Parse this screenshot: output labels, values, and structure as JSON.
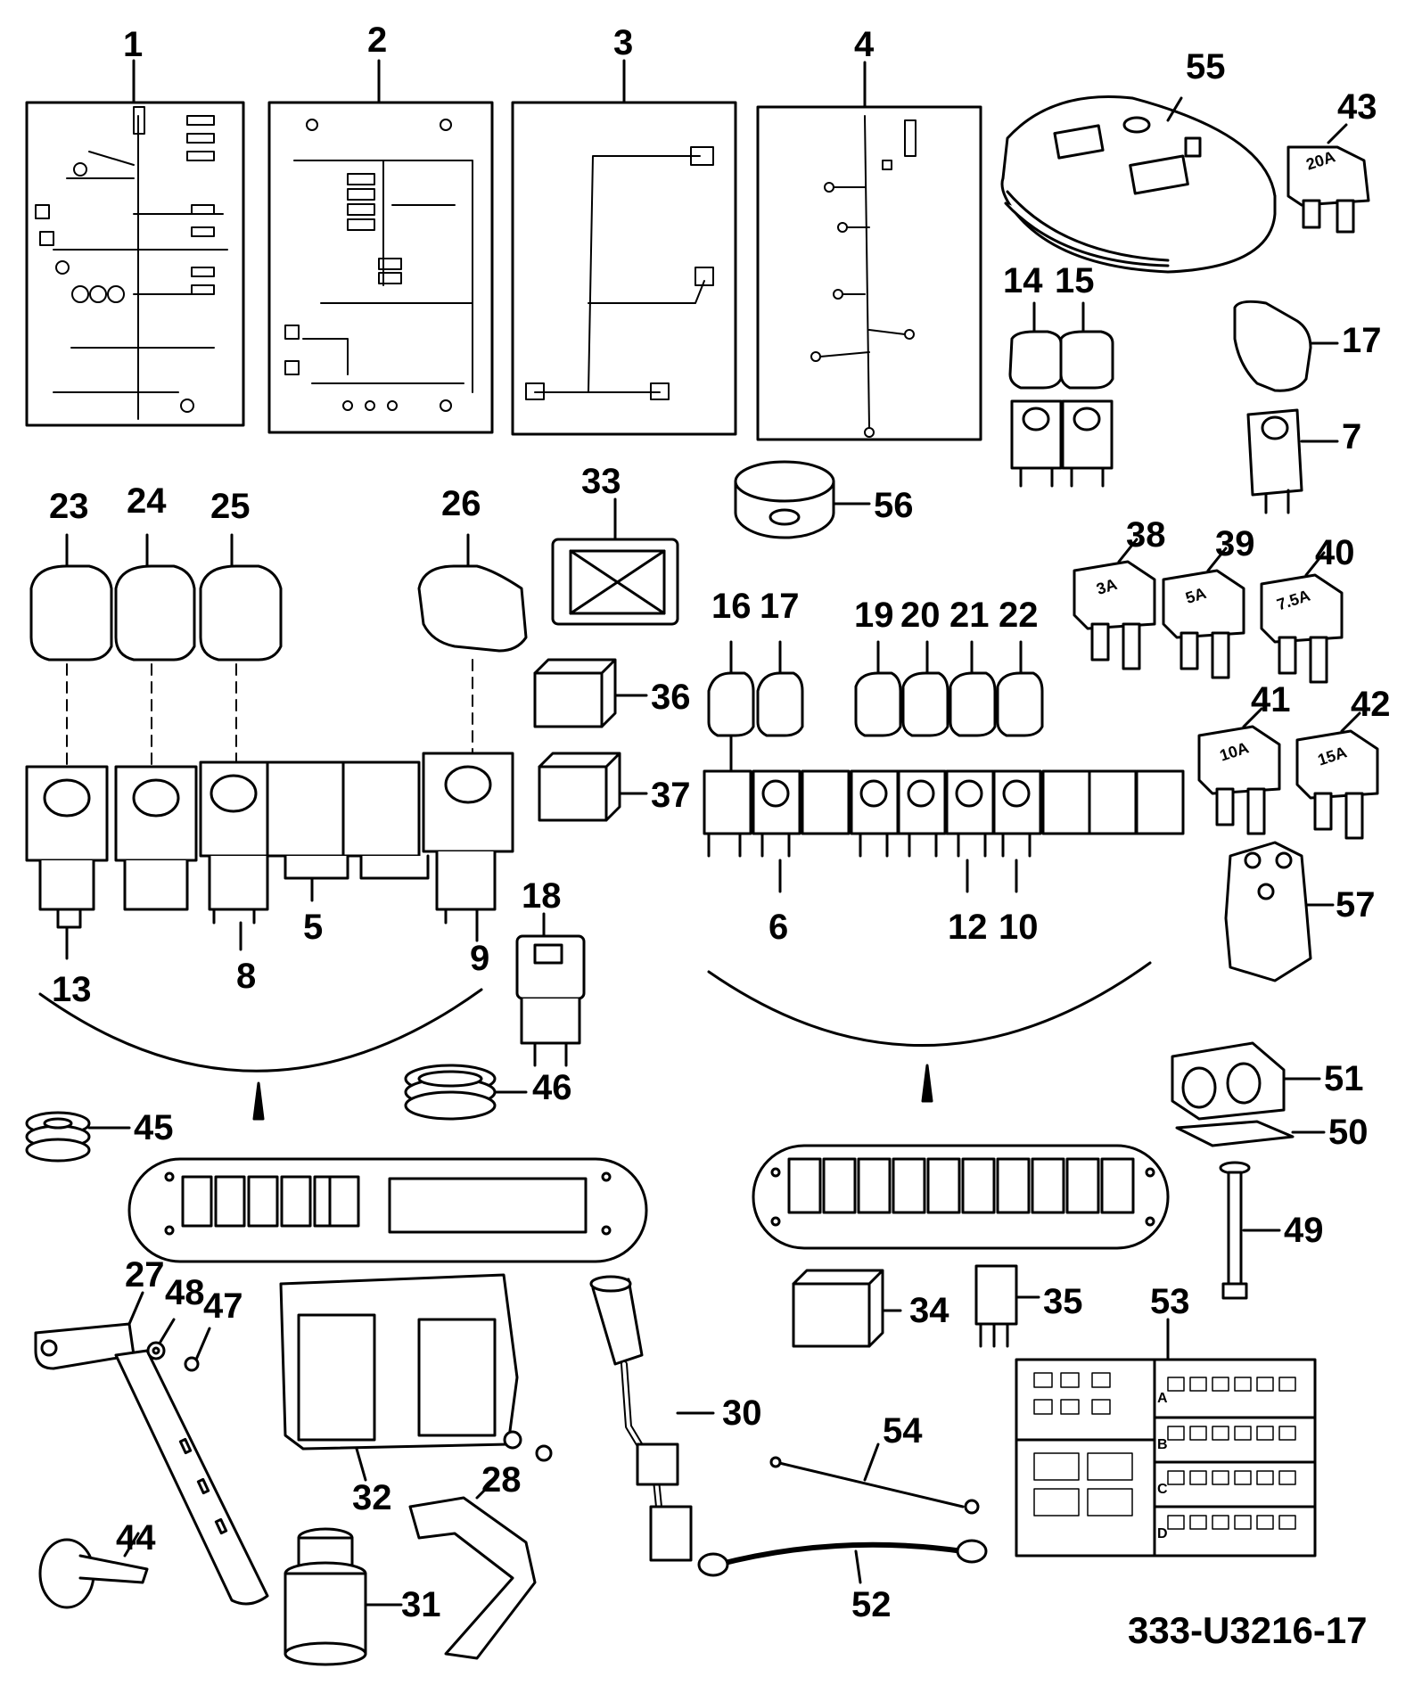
{
  "drawing_code": "333-U3216-17",
  "callouts": [
    "1",
    "2",
    "3",
    "4",
    "5",
    "6",
    "7",
    "8",
    "9",
    "10",
    "12",
    "13",
    "14",
    "15",
    "16",
    "17",
    "17",
    "18",
    "19",
    "20",
    "21",
    "22",
    "23",
    "24",
    "25",
    "26",
    "27",
    "28",
    "30",
    "31",
    "32",
    "33",
    "34",
    "35",
    "36",
    "37",
    "38",
    "39",
    "40",
    "41",
    "42",
    "43",
    "44",
    "45",
    "46",
    "47",
    "48",
    "49",
    "50",
    "51",
    "52",
    "53",
    "54",
    "55",
    "56",
    "57"
  ],
  "fuse_ratings": [
    "20A",
    "3A",
    "5A",
    "7.5A",
    "10A",
    "15A"
  ],
  "fuse_label_letters": [
    "A",
    "B",
    "C",
    "D"
  ]
}
